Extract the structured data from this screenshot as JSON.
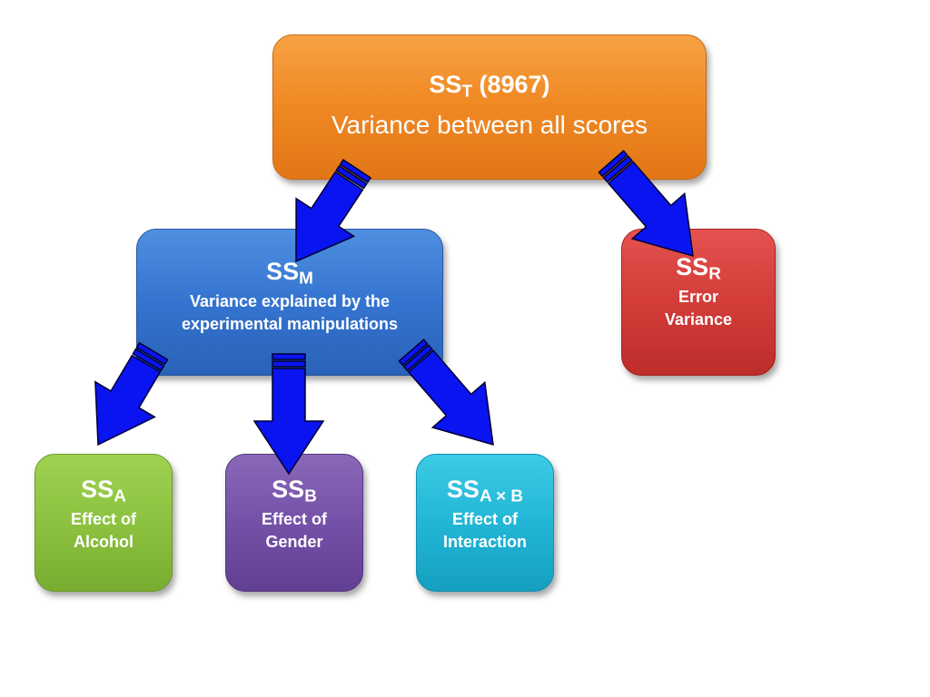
{
  "boxes": {
    "total": {
      "symbol": "SS",
      "subscript": "T",
      "suffix": " (8967)",
      "description": "Variance between all scores",
      "color": "#f08a25"
    },
    "model": {
      "symbol": "SS",
      "subscript": "M",
      "description_line1": "Variance explained by the",
      "description_line2": "experimental manipulations",
      "color": "#3474d0"
    },
    "residual": {
      "symbol": "SS",
      "subscript": "R",
      "description_line1": "Error",
      "description_line2": "Variance",
      "color": "#d33c39"
    },
    "factor_a": {
      "symbol": "SS",
      "subscript": "A",
      "description_line1": "Effect of",
      "description_line2": "Alcohol",
      "color": "#8cc23f"
    },
    "factor_b": {
      "symbol": "SS",
      "subscript": "B",
      "description_line1": "Effect of",
      "description_line2": "Gender",
      "color": "#7451a8"
    },
    "interaction": {
      "symbol": "SS",
      "subscript": "A × B",
      "description_line1": "Effect of",
      "description_line2": "Interaction",
      "color": "#22b6d6"
    }
  },
  "arrow_color": "#0a14f0",
  "arrow_outline_color": "#000033"
}
